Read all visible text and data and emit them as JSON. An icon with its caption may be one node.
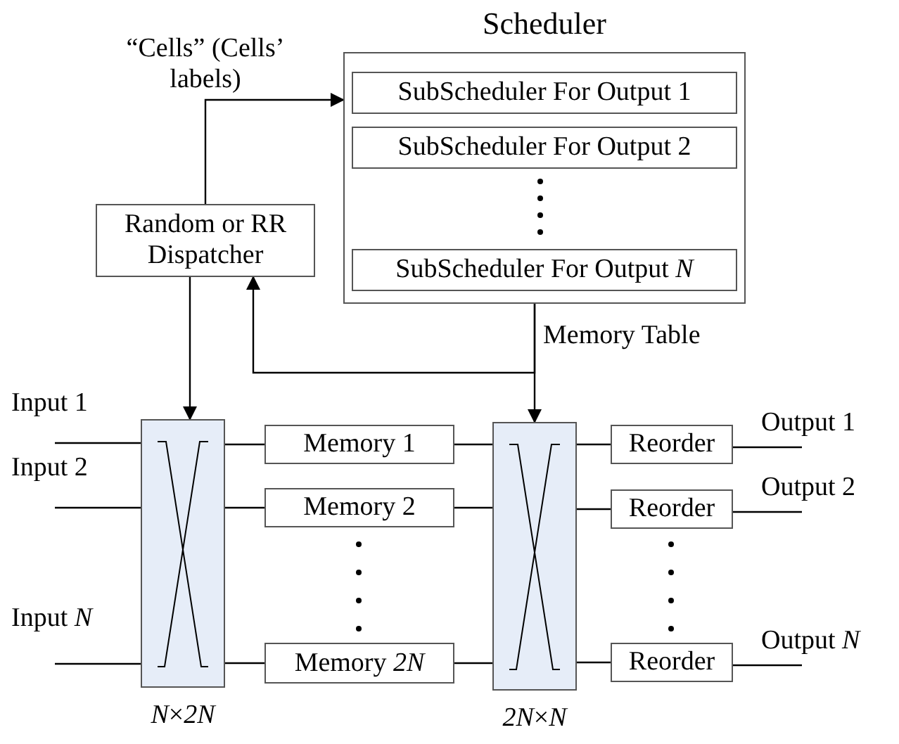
{
  "diagram": {
    "nodes": [
      {
        "text": [
          "Scheduler"
        ]
      },
      {
        "text": [
          "SubScheduler For Output 1"
        ],
        "in": 0
      },
      {
        "text": [
          "SubScheduler For Output 2"
        ],
        "in": 0
      },
      {
        "text": [
          "SubScheduler For Output *N*"
        ],
        "in": 0
      },
      {
        "text": [
          "Random or RR Dispatcher"
        ]
      },
      {
        "text": [],
        "shape": "box",
        "beside": [
          "*N*×*2N*"
        ]
      },
      {
        "text": [
          "Memory 1"
        ]
      },
      {
        "text": [
          "Memory 2"
        ]
      },
      {
        "text": [
          "Memory *2N*"
        ]
      },
      {
        "text": [],
        "shape": "box",
        "beside": [
          "*2N*×*N*"
        ]
      },
      {
        "text": [
          "Reorder"
        ]
      },
      {
        "text": [
          "Reorder"
        ]
      },
      {
        "text": [
          "Reorder"
        ]
      },
      {
        "text": [
          "Input 1"
        ]
      },
      {
        "text": [
          "Input 2"
        ]
      },
      {
        "text": [
          "Input *N*"
        ]
      },
      {
        "text": [
          "Output 1"
        ]
      },
      {
        "text": [
          "Output 2"
        ]
      },
      {
        "text": [
          "Output *N*"
        ]
      }
    ],
    "edges": [
      {
        "from": 4,
        "to": 0,
        "arrow": "to",
        "label": "“Cells” (Cells’ labels)"
      },
      {
        "from": 0,
        "to": 9,
        "arrow": "to",
        "label": "Memory Table"
      },
      {
        "from": 0,
        "to": 4,
        "arrow": "to"
      },
      {
        "from": 4,
        "to": 5,
        "arrow": "to"
      },
      {
        "from": 13,
        "to": 5,
        "arrow": "none"
      },
      {
        "from": 14,
        "to": 5,
        "arrow": "none"
      },
      {
        "from": 15,
        "to": 5,
        "arrow": "none"
      },
      {
        "from": 5,
        "to": 6,
        "arrow": "none"
      },
      {
        "from": 5,
        "to": 7,
        "arrow": "none"
      },
      {
        "from": 5,
        "to": 8,
        "arrow": "none"
      },
      {
        "from": 6,
        "to": 9,
        "arrow": "none"
      },
      {
        "from": 7,
        "to": 9,
        "arrow": "none"
      },
      {
        "from": 8,
        "to": 9,
        "arrow": "none"
      },
      {
        "from": 9,
        "to": 10,
        "arrow": "none"
      },
      {
        "from": 9,
        "to": 11,
        "arrow": "none"
      },
      {
        "from": 9,
        "to": 12,
        "arrow": "none"
      },
      {
        "from": 10,
        "to": 16,
        "arrow": "none"
      },
      {
        "from": 11,
        "to": 17,
        "arrow": "none"
      },
      {
        "from": 12,
        "to": 18,
        "arrow": "none"
      }
    ]
  }
}
